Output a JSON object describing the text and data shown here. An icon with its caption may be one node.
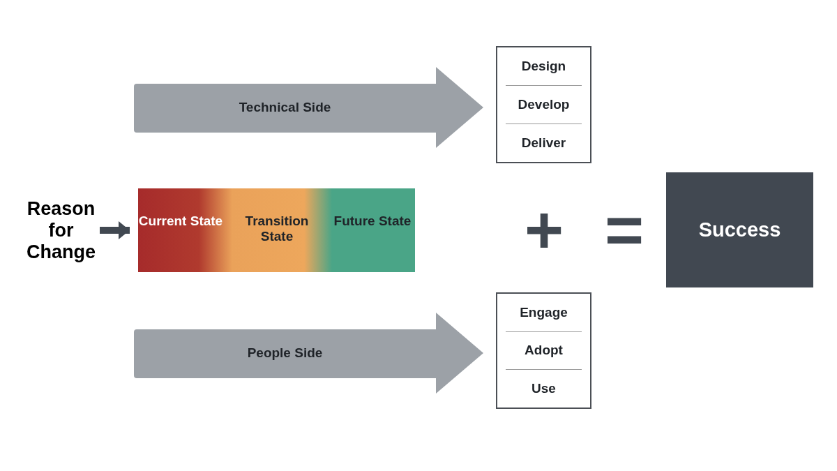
{
  "diagram": {
    "nodes": [
      {
        "text": [
          "Reason for Change"
        ]
      },
      {
        "text": [
          "Current State",
          "Transition State",
          "Future State"
        ]
      },
      {
        "text": [
          "Technical Side"
        ]
      },
      {
        "text": [
          "Design",
          "Develop",
          "Deliver"
        ]
      },
      {
        "text": [
          "People Side"
        ]
      },
      {
        "text": [
          "Engage",
          "Adopt",
          "Use"
        ]
      },
      {
        "text": [
          "Success"
        ]
      }
    ],
    "edges": [
      {
        "from": 0,
        "to": 1,
        "arrow": "to"
      }
    ],
    "labels": [
      "+",
      "="
    ]
  }
}
